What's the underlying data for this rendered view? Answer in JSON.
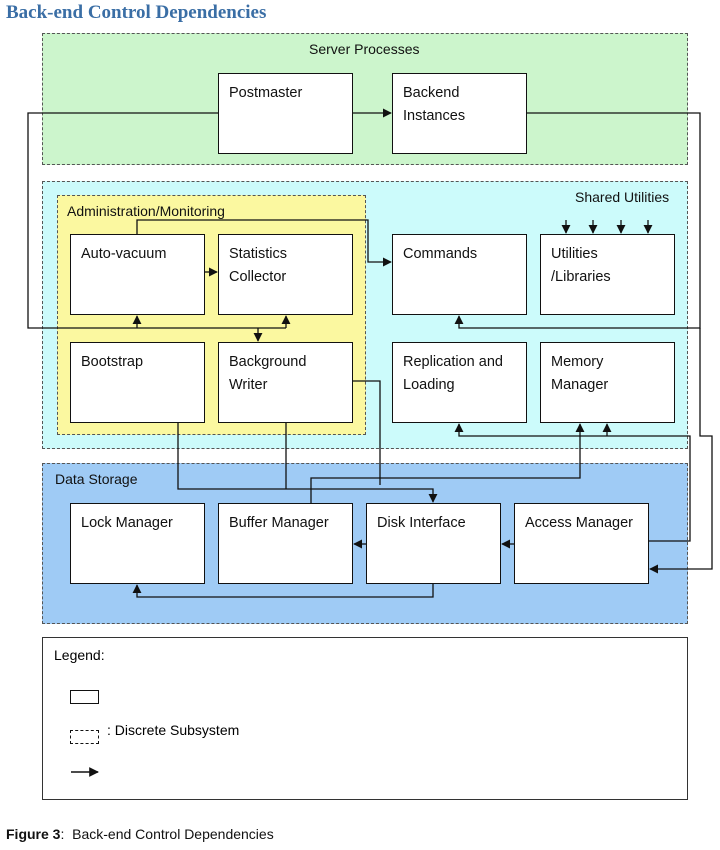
{
  "title": "Back-end Control Dependencies",
  "regions": {
    "server": "Server Processes",
    "shared": "Shared Utilities",
    "admin": "Administration/Monitoring",
    "storage": "Data Storage"
  },
  "boxes": {
    "postmaster": [
      "Postmaster"
    ],
    "backend": [
      "Backend",
      "Instances"
    ],
    "autovacuum": [
      "Auto-vacuum"
    ],
    "stats": [
      "Statistics",
      "Collector"
    ],
    "commands": [
      "Commands"
    ],
    "utilities": [
      "Utilities",
      "/Libraries"
    ],
    "bootstrap": [
      "Bootstrap"
    ],
    "bgwriter": [
      "Background",
      "Writer"
    ],
    "replication": [
      "Replication and",
      "Loading"
    ],
    "memory": [
      "Memory",
      "Manager"
    ],
    "lock": [
      "Lock Manager"
    ],
    "buffer": [
      "Buffer Manager"
    ],
    "disk": [
      "Disk Interface"
    ],
    "access": [
      "Access Manager"
    ]
  },
  "legend": {
    "title": "Legend:",
    "subsystem": ": Discrete Subsystem"
  },
  "caption": {
    "label": "Figure 3",
    "text": ":  Back-end Control Dependencies"
  },
  "colors": {
    "server_bg": "#ccf5cc",
    "shared_bg": "#ccfbfb",
    "admin_bg": "#fbf8a0",
    "storage_bg": "#9fcbf5",
    "title": "#3a6ea5"
  }
}
